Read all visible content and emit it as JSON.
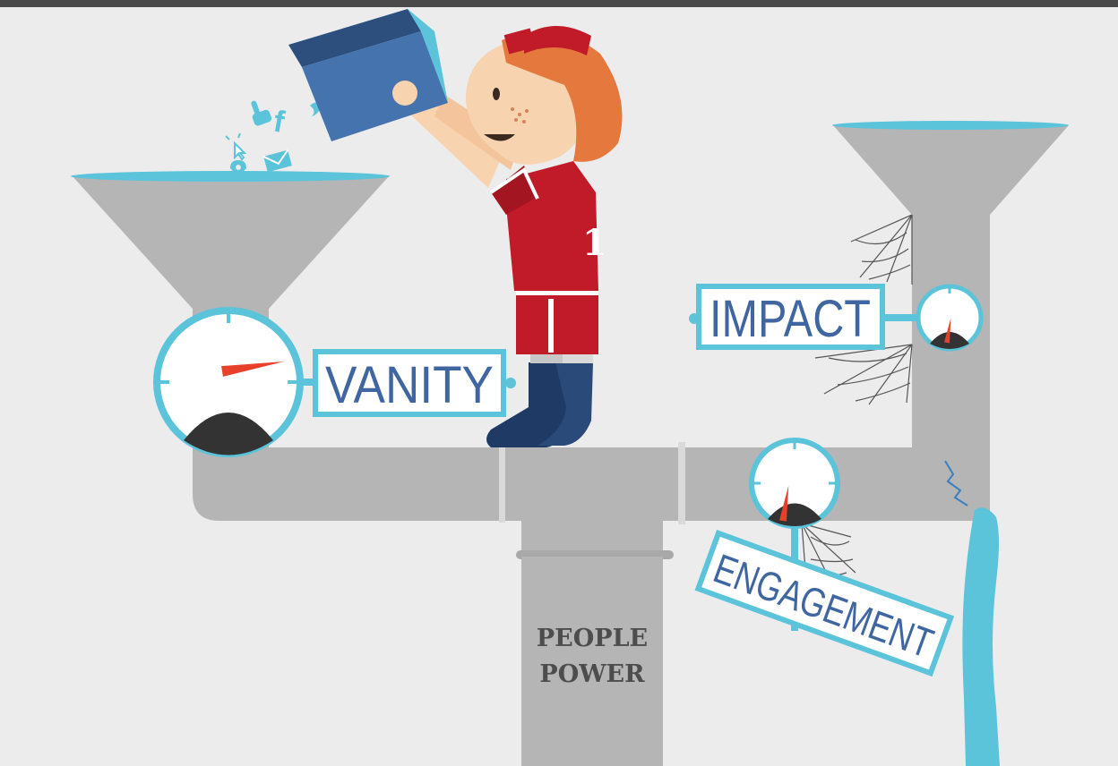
{
  "labels": {
    "vanity": "VANITY",
    "impact": "IMPACT",
    "engagement": "ENGAGEMENT",
    "people_power_line1": "PEOPLE",
    "people_power_line2": "POWER",
    "jersey_number": "1"
  },
  "gauges": {
    "vanity": {
      "level": 0.85
    },
    "impact": {
      "level": 0.55
    },
    "engagement": {
      "level": 0.55
    }
  },
  "colors": {
    "background": "#ececec",
    "top_bar": "#4a4a4a",
    "pipe": "#b5b5b5",
    "water": "#5bc3da",
    "label_text": "#3f66a1",
    "box": "#4473ad",
    "jersey": "#c11b2a",
    "hair": "#e5793d",
    "boots": "#1f3a64",
    "needle": "#e8412b",
    "gauge_dark": "#333333"
  },
  "icons": [
    "hand-cursor-icon",
    "facebook-icon",
    "twitter-bird-icon",
    "click-icon",
    "email-icon",
    "location-icon"
  ]
}
